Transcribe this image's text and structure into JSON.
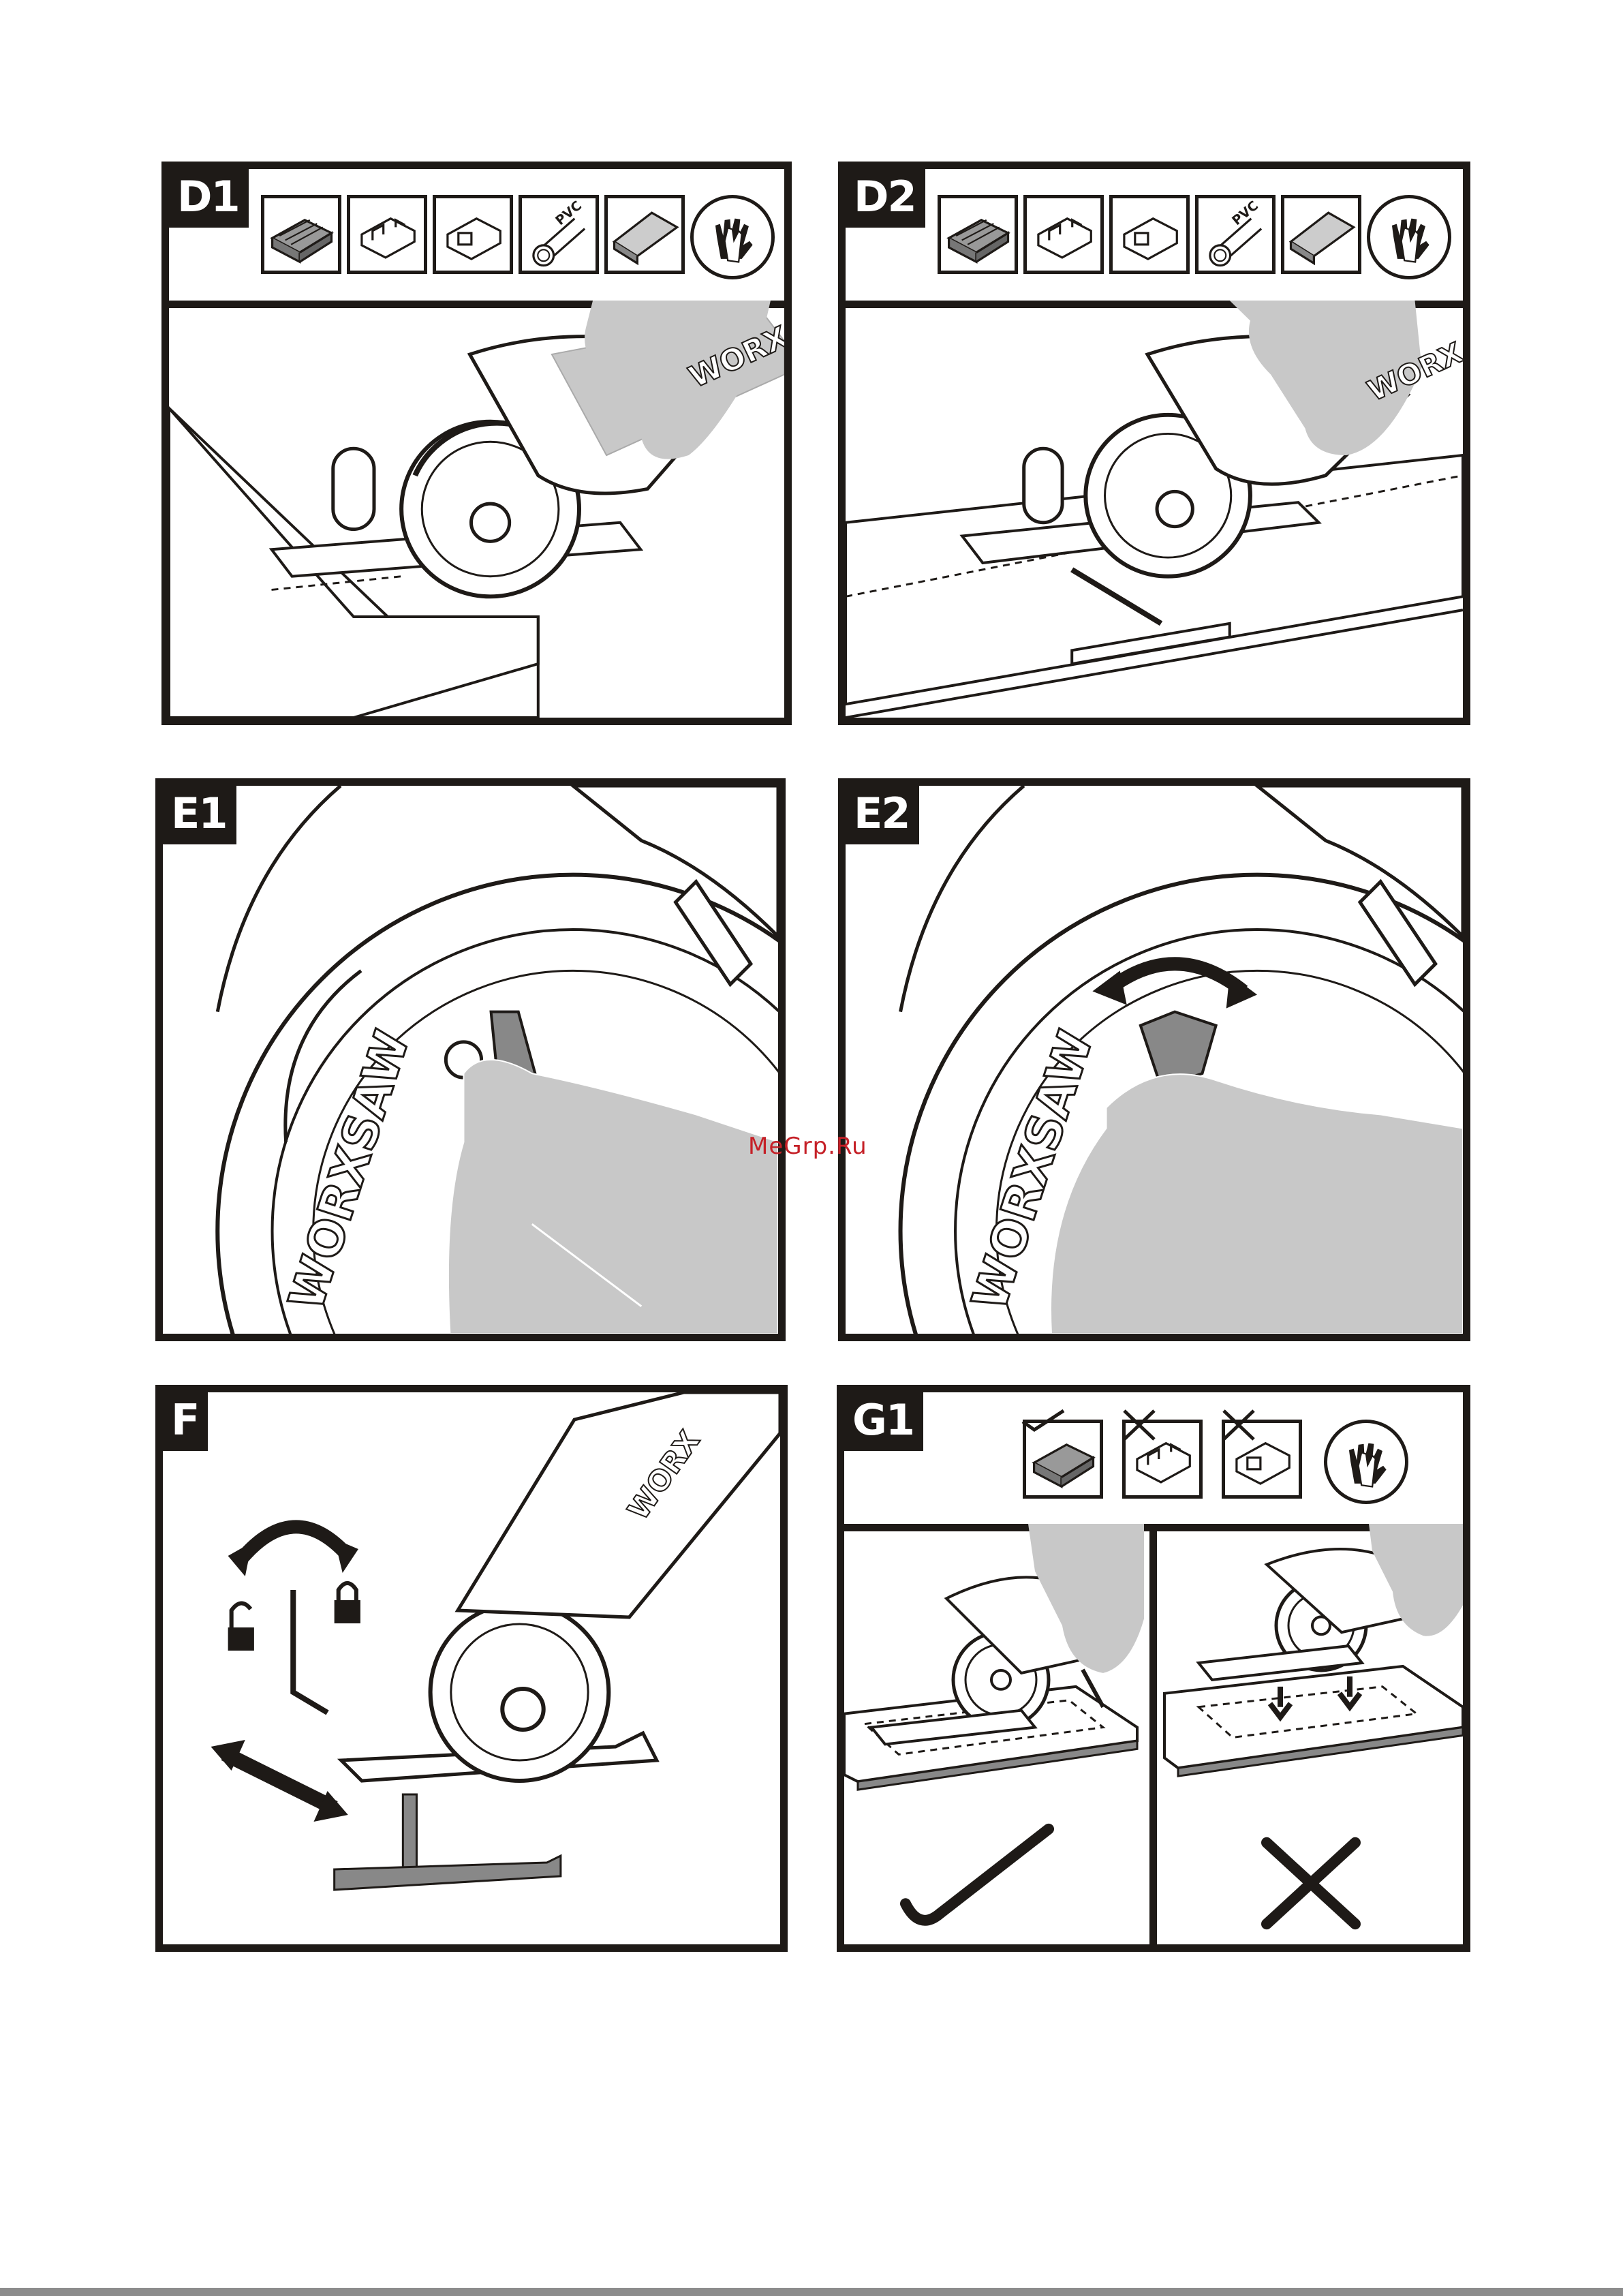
{
  "panels": {
    "d1": {
      "label": "D1"
    },
    "d2": {
      "label": "D2"
    },
    "e1": {
      "label": "E1"
    },
    "e2": {
      "label": "E2"
    },
    "f": {
      "label": "F"
    },
    "g1": {
      "label": "G1"
    }
  },
  "material_icons": [
    "wood-plank-icon",
    "metal-profile-icon",
    "square-tube-icon",
    "pvc-pipe-icon",
    "tile-icon",
    "glove-icon"
  ],
  "pvc_label": "PVC",
  "saw_brand": "WORX",
  "blade_brand": "WORXSAW",
  "watermark": "MeGrp.Ru",
  "colors": {
    "frame": "#1e1a17",
    "glove": "#c8c8c8",
    "watermark": "#c52027",
    "footer": "#8c8c8c"
  }
}
